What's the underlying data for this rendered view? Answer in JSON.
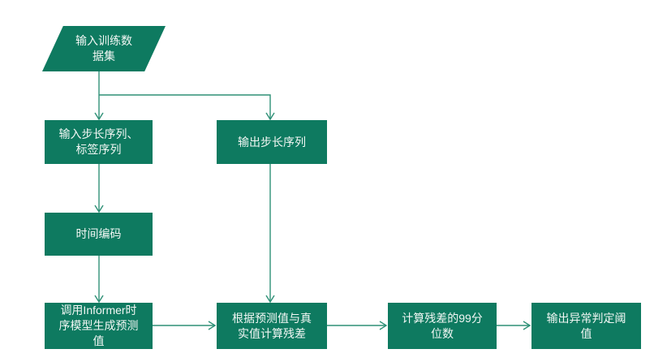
{
  "diagram": {
    "type": "flowchart",
    "colors": {
      "node_fill": "#0e7a60",
      "connector": "#2f9177",
      "text": "#f2f7f4",
      "background": "#ffffff"
    },
    "nodes": {
      "input_dataset": {
        "label": "输入训练数\n据集",
        "shape": "parallelogram"
      },
      "input_step_seq": {
        "label": "输入步长序列、\n标签序列",
        "shape": "rect"
      },
      "output_step_seq": {
        "label": "输出步长序列",
        "shape": "rect"
      },
      "time_encoding": {
        "label": "时间编码",
        "shape": "rect"
      },
      "informer": {
        "label": "调用Informer时\n序模型生成预测\n值",
        "shape": "rect"
      },
      "residual": {
        "label": "根据预测值与真\n实值计算残差",
        "shape": "rect"
      },
      "percentile": {
        "label": "计算残差的99分\n位数",
        "shape": "rect"
      },
      "threshold": {
        "label": "输出异常判定阈\n值",
        "shape": "rect"
      }
    },
    "edges": [
      {
        "from": "输入训练数据集",
        "to": "输入步长序列、标签序列"
      },
      {
        "from": "输入训练数据集",
        "to": "输出步长序列"
      },
      {
        "from": "输入步长序列、标签序列",
        "to": "时间编码"
      },
      {
        "from": "时间编码",
        "to": "调用Informer时序模型生成预测值"
      },
      {
        "from": "输出步长序列",
        "to": "根据预测值与真实值计算残差"
      },
      {
        "from": "调用Informer时序模型生成预测值",
        "to": "根据预测值与真实值计算残差"
      },
      {
        "from": "根据预测值与真实值计算残差",
        "to": "计算残差的99分位数"
      },
      {
        "from": "计算残差的99分位数",
        "to": "输出异常判定阈值"
      }
    ]
  }
}
